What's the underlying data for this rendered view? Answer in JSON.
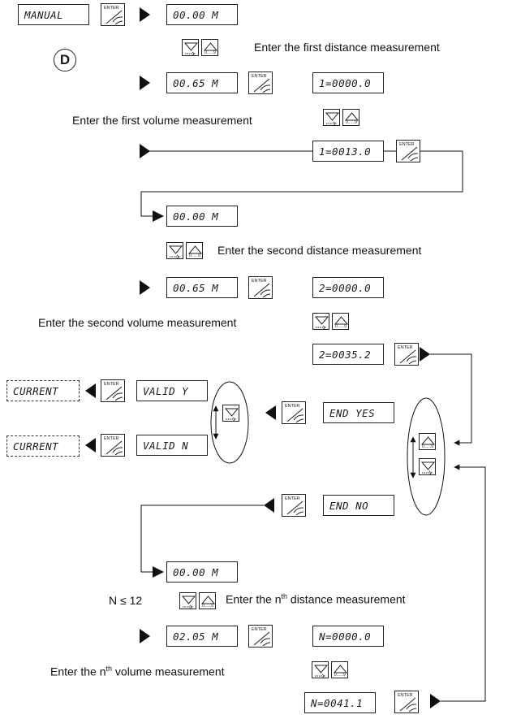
{
  "section_badge": "D",
  "enter_key_label": "ENTER",
  "up_key_label": "0......9",
  "displays": {
    "manual": "MANUAL",
    "dist1_zero": "00.00 M",
    "dist1_val": "00.65 M",
    "vol1_zero": "1=0000.0",
    "vol1_val": "1=0013.0",
    "dist2_zero": "00.00 M",
    "dist2_val": "00.65 M",
    "vol2_zero": "2=0000.0",
    "vol2_val": "2=0035.2",
    "current_y": "CURRENT",
    "valid_y": "VALID Y",
    "end_yes": "END YES",
    "current_n": "CURRENT",
    "valid_n": "VALID N",
    "end_no": "END NO",
    "distn_zero": "00.00 M",
    "distn_val": "02.05 M",
    "voln_zero": "N=0000.0",
    "voln_val": "N=0041.1"
  },
  "captions": {
    "first_distance": "Enter the first distance measurement",
    "first_volume": "Enter the first volume measurement",
    "second_distance": "Enter the second distance measurement",
    "second_volume": "Enter the second volume measurement",
    "n_limit": "N ≤ 12",
    "nth_distance_pre": "Enter the n",
    "nth_sup": "th",
    "nth_distance_post": " distance measurement",
    "nth_volume_pre": "Enter the n",
    "nth_volume_post": " volume measurement"
  }
}
